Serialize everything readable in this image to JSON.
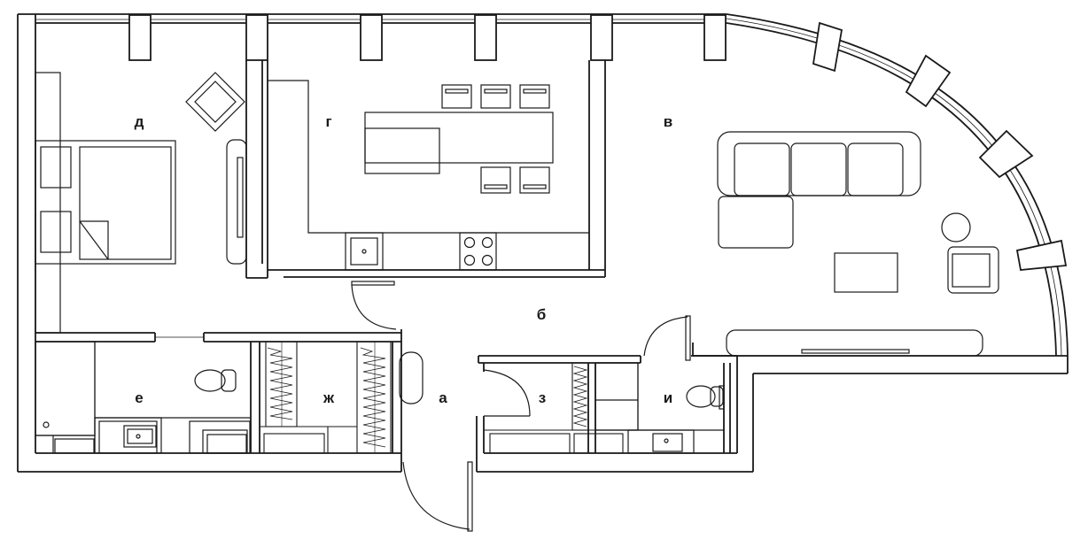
{
  "rooms": {
    "a": "а",
    "b": "б",
    "v": "в",
    "g": "г",
    "d": "д",
    "e": "е",
    "zh": "ж",
    "z": "з",
    "i": "и"
  },
  "colors": {
    "stroke": "#1a1a1a",
    "wall_fill": "#ffffff",
    "background": "#ffffff"
  }
}
